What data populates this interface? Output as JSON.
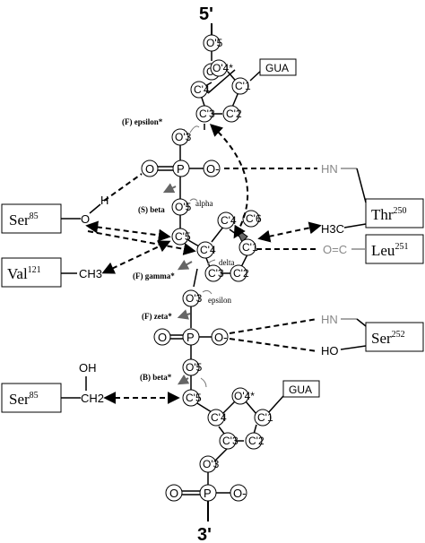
{
  "ends": {
    "five_prime": "5'",
    "three_prime": "3'"
  },
  "bases": {
    "top": "GUA",
    "bottom": "GUA"
  },
  "atoms": {
    "o5": "O'5",
    "c5": "C'5",
    "c4": "C'4",
    "o4": "O'4*",
    "c1": "C'1",
    "c2": "C'2",
    "c3": "C'3",
    "o3": "O'3",
    "p": "P",
    "o": "O",
    "ominus": "O-",
    "c6": "C'6",
    "c4p": "C'4"
  },
  "torsions": {
    "f_epsilon": "(F) epsilon*",
    "alpha": "alpha",
    "s_beta": "(S) beta",
    "f_gamma": "(F) gamma*",
    "delta": "delta",
    "epsilon": "epsilon",
    "f_zeta": "(F) zeta*",
    "b_beta": "(B) beta*"
  },
  "residues": {
    "ser85_top": {
      "name": "Ser",
      "num": "85"
    },
    "val121": {
      "name": "Val",
      "num": "121"
    },
    "ser85_bottom": {
      "name": "Ser",
      "num": "85"
    },
    "thr250": {
      "name": "Thr",
      "num": "250"
    },
    "leu251": {
      "name": "Leu",
      "num": "251"
    },
    "ser252": {
      "name": "Ser",
      "num": "252"
    }
  },
  "groups": {
    "hn_1": "HN",
    "h3c": "H3C",
    "h": "H",
    "o": "O",
    "ch3": "CH3",
    "oc": "O=C",
    "hn_2": "HN",
    "ho": "HO",
    "oh": "OH",
    "ch2": "CH2"
  },
  "colors": {
    "bond": "#000000",
    "grey_text": "#888888",
    "shaded": "#666666"
  }
}
